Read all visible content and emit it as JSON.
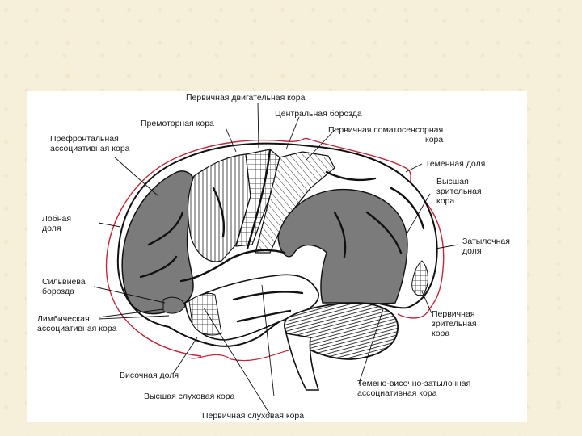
{
  "labels": {
    "primary_motor": "Первичная двигательная кора",
    "central_sulcus": "Центральная борозда",
    "premotor": "Премоторная кора",
    "somatosensory": "Первичная соматосенсорная\nкора",
    "prefrontal": "Префронтальная\nассоциативная кора",
    "parietal_lobe": "Теменная доля",
    "higher_visual": "Высшая\nзрительная\nкора",
    "frontal_lobe": "Лобная\nдоля",
    "occipital_lobe": "Затылочная\nдоля",
    "sylvian": "Сильвиева\nборозда",
    "limbic": "Лимбическая\nассоциативная кора",
    "primary_visual": "Первичная\nзрительная\nкора",
    "temporal_lobe": "Височная доля",
    "tpo_assoc": "Темено-височно-затылочная\nассоциативная кора",
    "higher_auditory": "Высшая слуховая кора",
    "primary_auditory": "Первичная слуховая кора"
  },
  "colors": {
    "background": "#f6efd9",
    "panel": "#ffffff",
    "association_shade": "#7b7b7b",
    "outline": "#111111",
    "lobe_boundary": "#c0283a"
  }
}
